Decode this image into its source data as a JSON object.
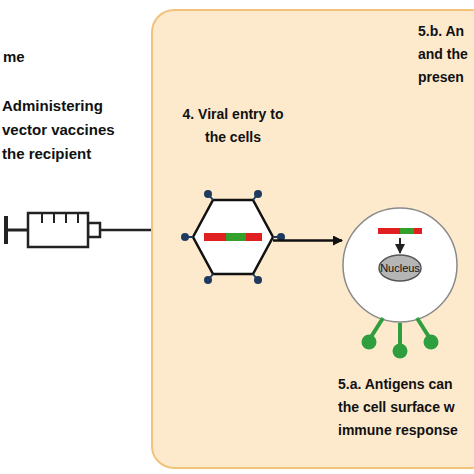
{
  "diagram": {
    "nodes": [
      {
        "text": [
          "4. Viral entry to the cells"
        ]
      },
      {
        "text": [
          "5.a. Antigens can the cell surface w immune response"
        ]
      },
      {
        "text": [
          "Nucleus"
        ],
        "in": 1
      }
    ],
    "edges": [
      {
        "from": 0,
        "to": 1,
        "arrow": "to"
      }
    ],
    "labels": [
      "me",
      "Administering vector vaccines the recipient",
      "5.b. An and the presen"
    ]
  }
}
